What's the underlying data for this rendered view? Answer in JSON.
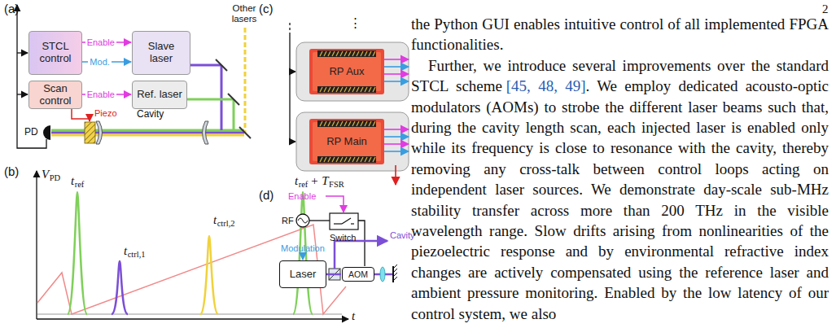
{
  "diagram": {
    "nodes": [
      {
        "text": [
          "STCL control"
        ]
      },
      {
        "text": [
          "Scan control"
        ]
      },
      {
        "text": [
          "Slave laser"
        ]
      },
      {
        "text": [
          "Ref. laser"
        ]
      },
      {
        "text": [
          "RP Aux"
        ]
      },
      {
        "text": [
          "RP Main"
        ]
      },
      {
        "text": [
          "Laser"
        ]
      },
      {
        "text": [
          "AOM"
        ]
      }
    ],
    "edges": [
      {
        "from": 0,
        "to": 2,
        "label": "Enable",
        "arrow": "to"
      },
      {
        "from": 0,
        "to": 2,
        "label": "Mod.",
        "arrow": "to"
      },
      {
        "from": 1,
        "to": 3,
        "label": "Enable",
        "arrow": "to"
      },
      {
        "from": 6,
        "to": 7,
        "arrow": "none"
      }
    ],
    "labels": [
      "(a)",
      "Other lasers",
      "PD",
      "Piezo",
      "Cavity",
      "(b)",
      "V",
      "PD",
      "t",
      "ref",
      "t",
      "ctrl,1",
      "t",
      "ctrl,2",
      "t",
      "ref",
      "+ T",
      "FSR",
      "t",
      "(c)",
      "⋮",
      "(d)",
      "Enable",
      "RF",
      "Switch",
      "Modulation",
      "Cavity",
      "2",
      "the Python GUI enables intuitive control of all implemented FPGA functionalities.",
      "Further, we introduce several improvements over the standard STCL scheme",
      "[45, 48, 49]",
      ". We employ dedicated acousto-optic modulators (AOMs) to strobe the different laser beams such that, during the cavity length scan, each injected laser is enabled only while its frequency is close to resonance with the cavity, thereby removing any cross-talk between control loops acting on independent laser sources. We demonstrate day-scale sub-MHz stability transfer across more than 200 THz in the visible wavelength range. Slow drifts arising from nonlinearities of the piezoelectric response and by environmental refractive index changes are actively compensated using the reference laser and ambient pressure monitoring. Enabled by the low latency of our control system, we also"
    ]
  }
}
